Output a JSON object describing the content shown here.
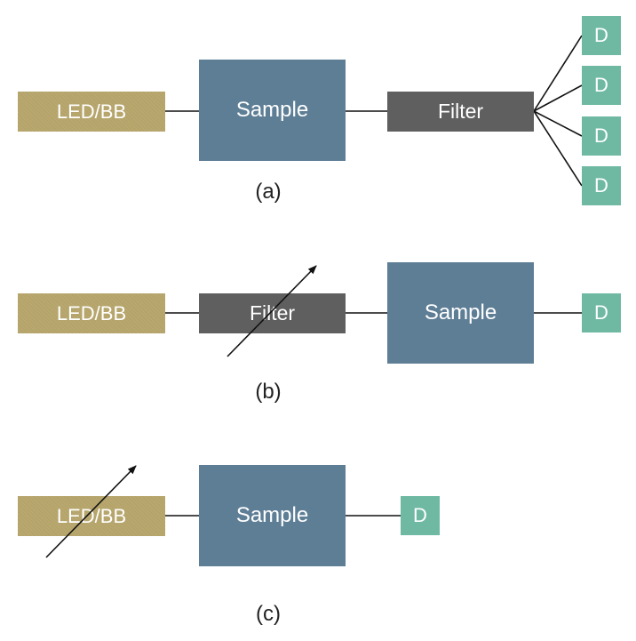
{
  "panel_a": {
    "source": "LED/BB",
    "sample": "Sample",
    "filter": "Filter",
    "detectors": [
      "D",
      "D",
      "D",
      "D"
    ],
    "caption": "(a)"
  },
  "panel_b": {
    "source": "LED/BB",
    "filter": "Filter",
    "sample": "Sample",
    "detector": "D",
    "caption": "(b)"
  },
  "panel_c": {
    "source": "LED/BB",
    "sample": "Sample",
    "detector": "D",
    "caption": "(c)"
  },
  "colors": {
    "source": "#b5a46a",
    "sample": "#5e7e96",
    "filter": "#5f5f5f",
    "detector": "#6fb9a3",
    "line": "#111111"
  }
}
